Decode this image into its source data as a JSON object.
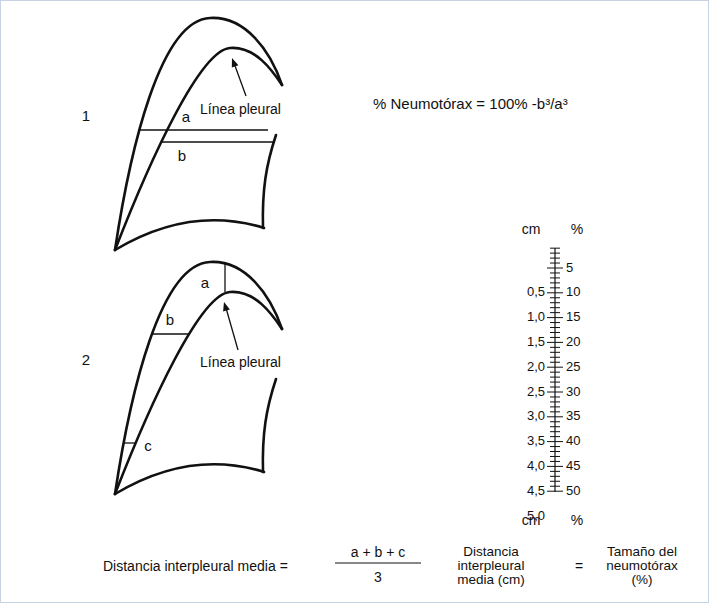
{
  "diagram": {
    "labels": [
      "1",
      "a",
      "b",
      "Línea pleural",
      "% Neumotórax = 100% -b³/a³",
      "2",
      "a",
      "b",
      "c",
      "Línea pleural",
      "cm",
      "%",
      "0,5",
      "1,0",
      "1,5",
      "2,0",
      "2,5",
      "3,0",
      "3,5",
      "4,0",
      "4,5",
      "5,0",
      "5",
      "10",
      "15",
      "20",
      "25",
      "30",
      "35",
      "40",
      "45",
      "50",
      "cm",
      "%",
      "Distancia interpleural media =",
      "a + b + c",
      "3",
      "Distancia interpleural media (cm)",
      "=",
      "Tamaño del neumotórax (%)"
    ]
  }
}
